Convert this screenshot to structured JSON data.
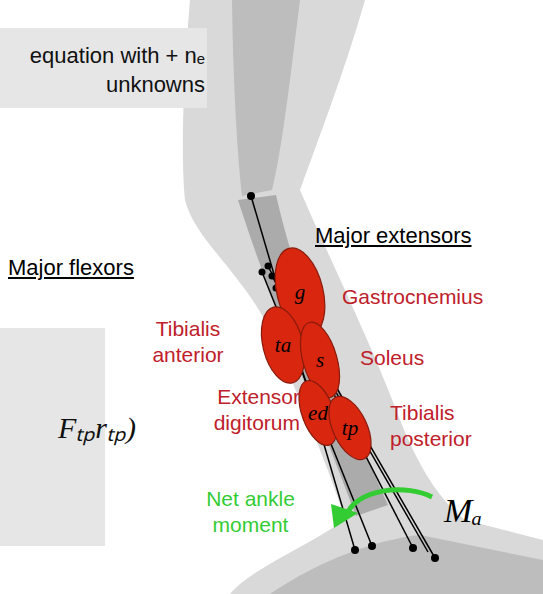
{
  "diagram": {
    "nodes": [
      {
        "text": [
          "equation with + nₑ unknowns"
        ]
      },
      {
        "text": [
          "Fₜₚrₜₚ)"
        ]
      },
      {
        "text": [
          "g"
        ]
      },
      {
        "text": [
          "ta"
        ]
      },
      {
        "text": [
          "s"
        ]
      },
      {
        "text": [
          "ed"
        ]
      },
      {
        "text": [
          "tp"
        ]
      }
    ],
    "labels": [
      "Major extensors",
      "Major flexors",
      "Gastrocnemius",
      "Tibialis anterior",
      "Soleus",
      "Extensor digitorum",
      "Tibialis posterior",
      "Net ankle moment",
      "Mₐ"
    ]
  }
}
